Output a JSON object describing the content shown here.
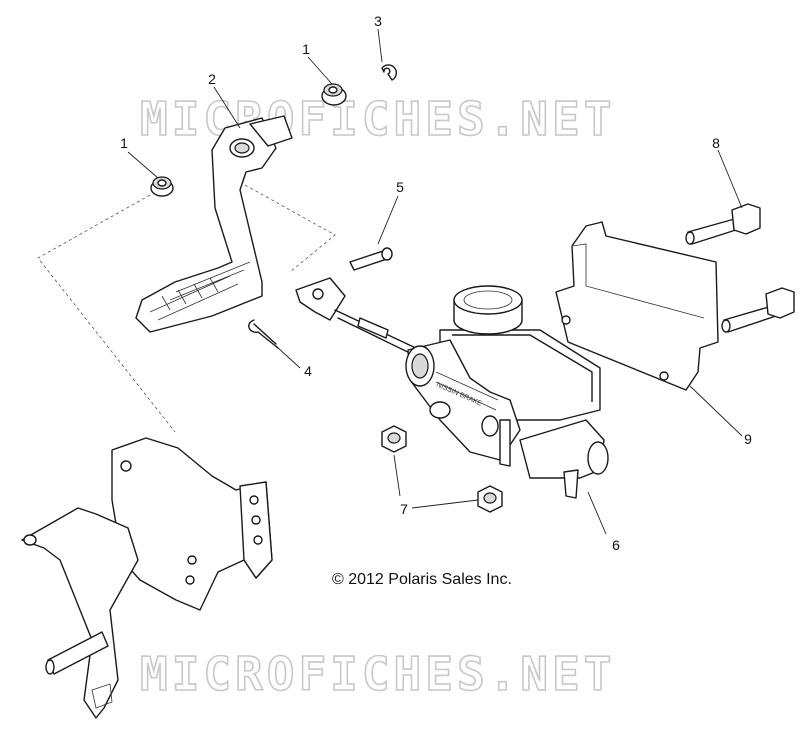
{
  "watermark": {
    "top_text": "MICROFICHES.NET",
    "bottom_text": "MICROFICHES.NET"
  },
  "copyright": "© 2012 Polaris Sales Inc.",
  "callouts": [
    {
      "id": "1a",
      "number": "1"
    },
    {
      "id": "1b",
      "number": "1"
    },
    {
      "id": "2",
      "number": "2"
    },
    {
      "id": "3",
      "number": "3"
    },
    {
      "id": "4",
      "number": "4"
    },
    {
      "id": "5",
      "number": "5"
    },
    {
      "id": "6",
      "number": "6"
    },
    {
      "id": "7",
      "number": "7"
    },
    {
      "id": "8",
      "number": "8"
    },
    {
      "id": "9",
      "number": "9"
    }
  ],
  "master_cylinder_label": "NISSIN BRAKE"
}
